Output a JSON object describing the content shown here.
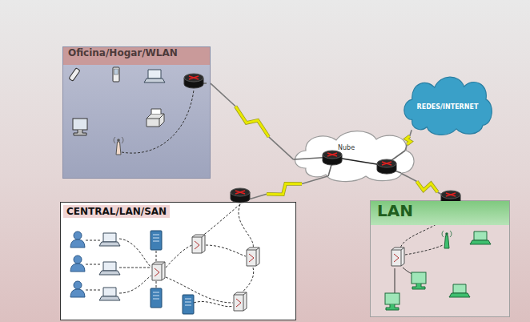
{
  "diagram": {
    "nodes": [
      {
        "text": [
          "Oficina/Hogar/WLAN"
        ]
      },
      {
        "text": [
          "REDES/INTERNET"
        ]
      },
      {
        "text": [
          "Nube"
        ]
      },
      {
        "text": [
          "CENTRAL/LAN/SAN"
        ]
      },
      {
        "text": [
          "LAN"
        ]
      }
    ],
    "edges": [
      {
        "from": 0,
        "to": 2,
        "arrow": "none"
      },
      {
        "from": 1,
        "to": 2,
        "arrow": "none"
      },
      {
        "from": 3,
        "to": 2,
        "arrow": "none"
      },
      {
        "from": 4,
        "to": 2,
        "arrow": "none"
      }
    ]
  }
}
